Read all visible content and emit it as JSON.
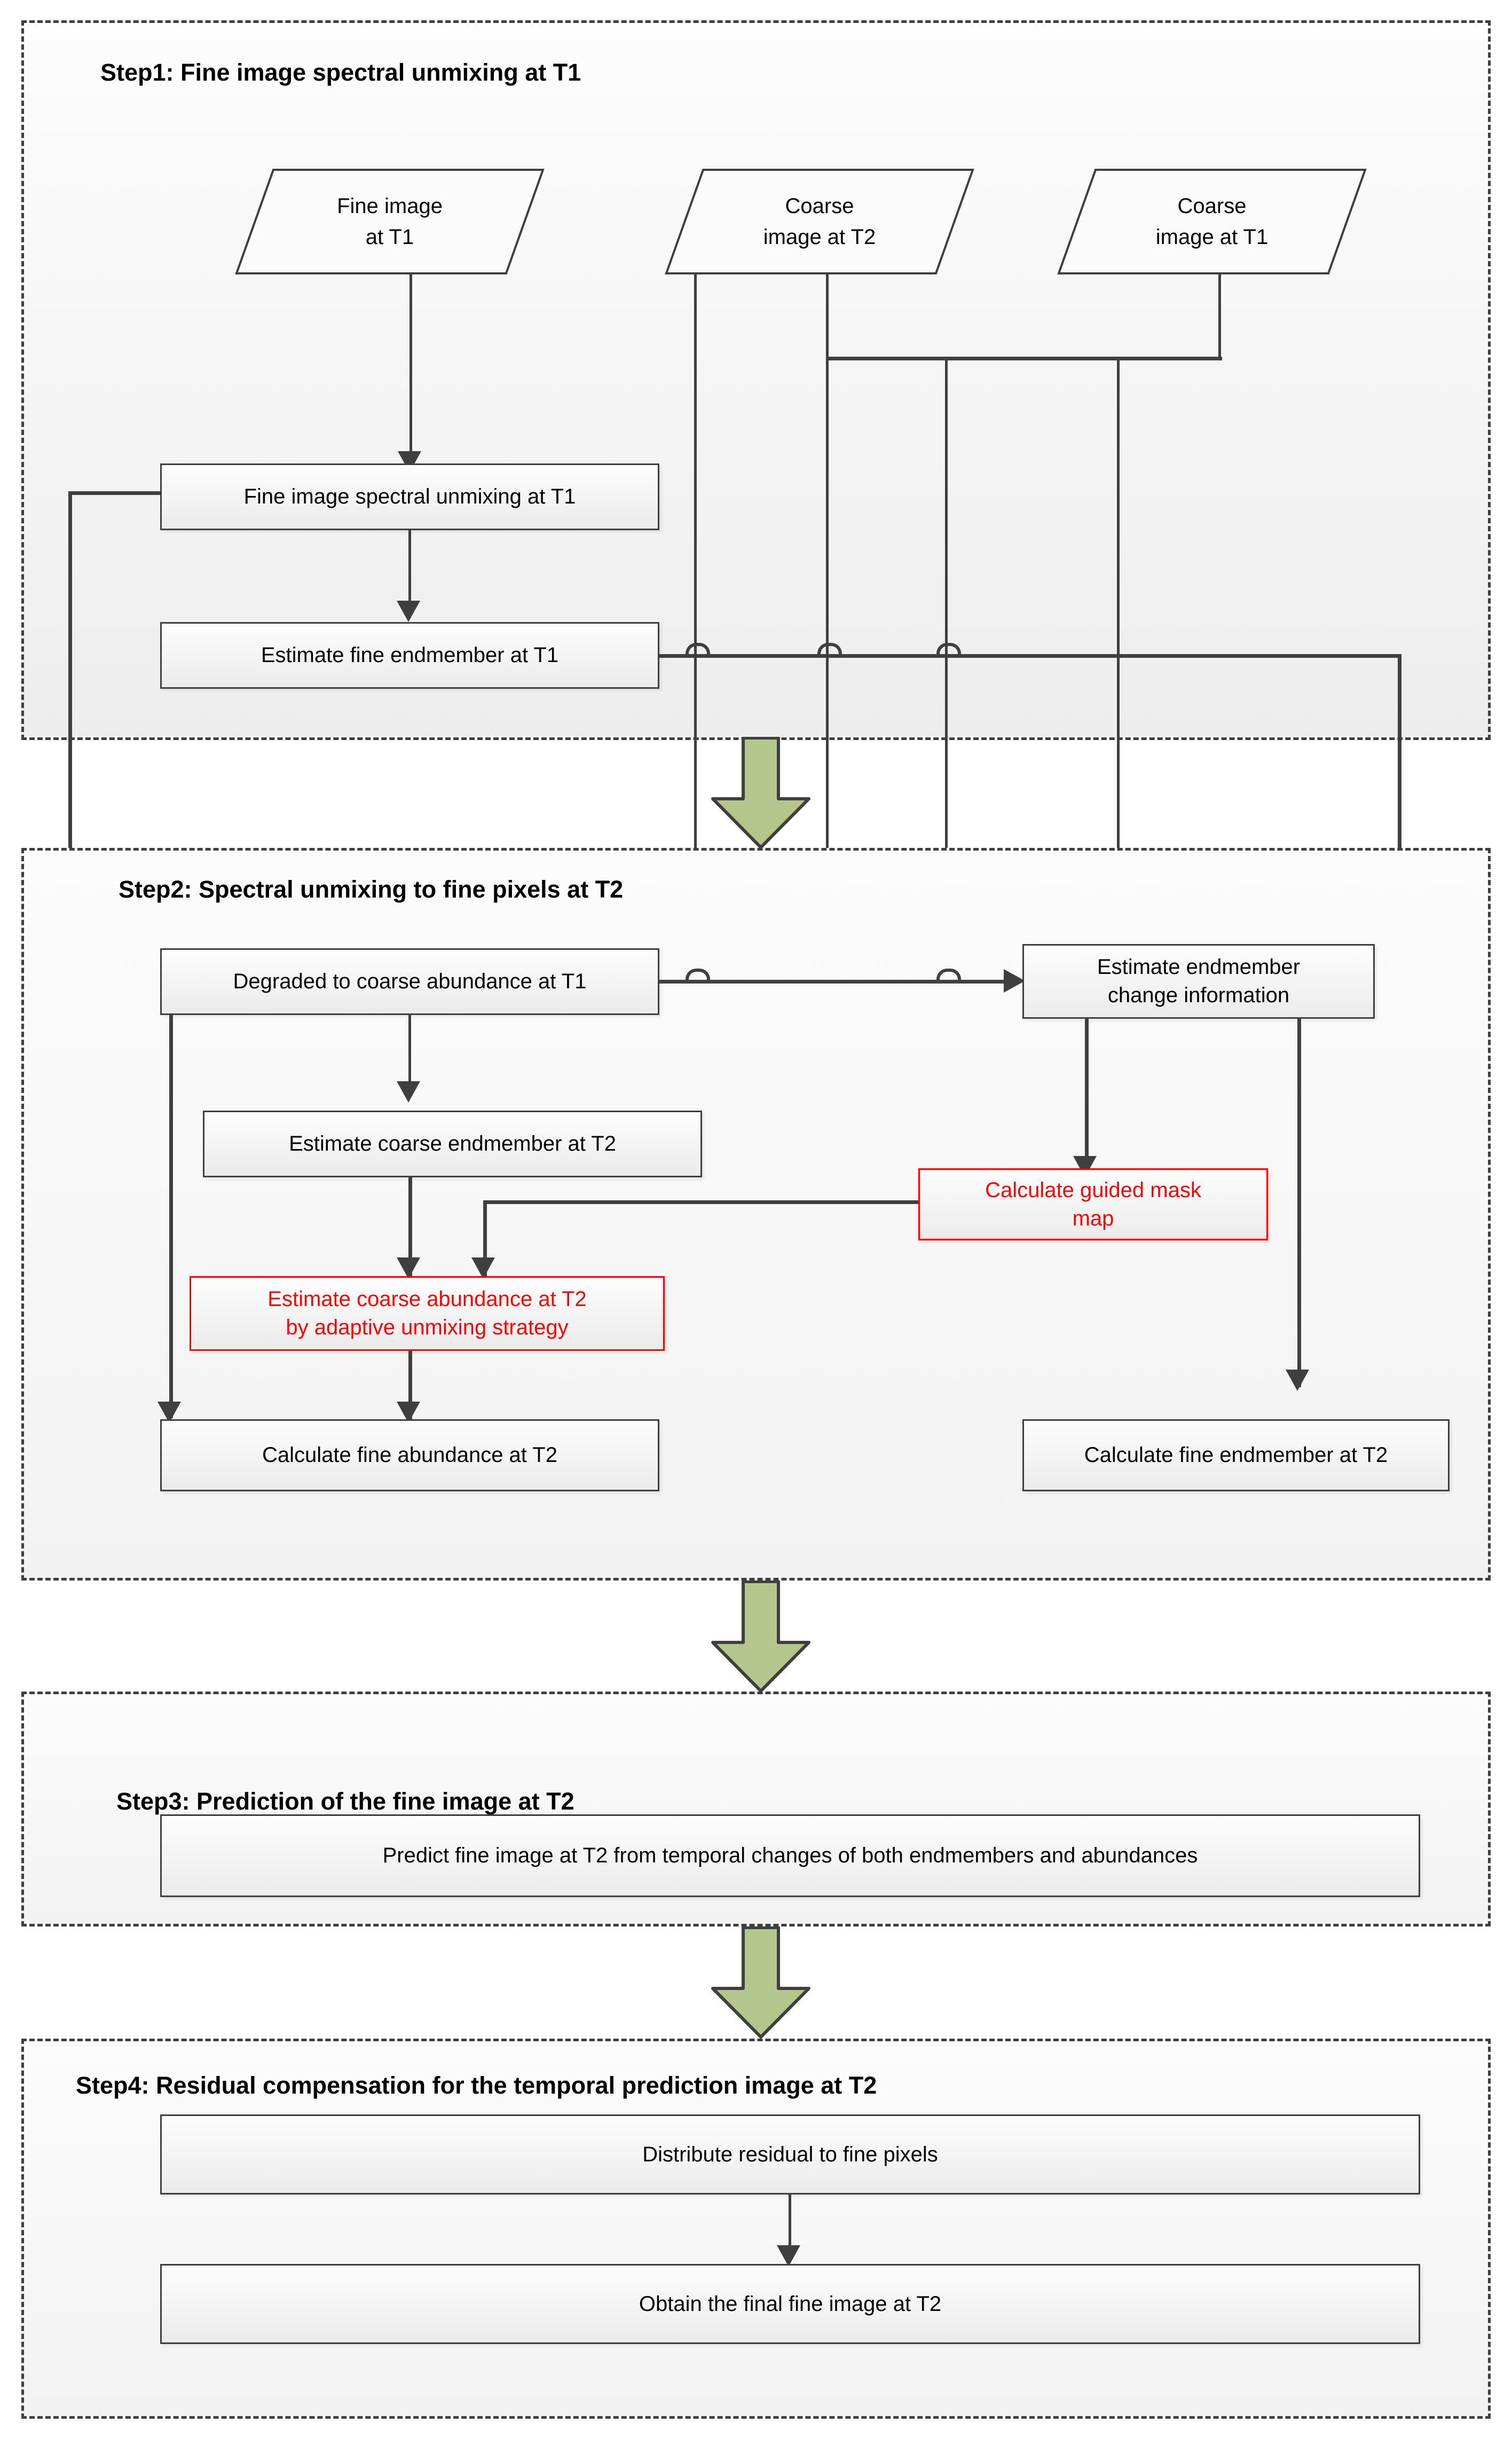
{
  "figure": {
    "type": "flowchart",
    "title": "Spatiotemporal fusion workflow via spectral unmixing"
  },
  "steps": [
    {
      "id": "step1",
      "title": "Step1: Fine image spectral unmixing at T1"
    },
    {
      "id": "step2",
      "title": "Step2: Spectral unmixing to fine pixels at T2"
    },
    {
      "id": "step3",
      "title": "Step3: Prediction of the  fine image at T2"
    },
    {
      "id": "step4",
      "title": "Step4: Residual compensation for the temporal prediction image at T2"
    }
  ],
  "inputs": [
    {
      "id": "fine-t1",
      "line1": "Fine image",
      "line2": "at T1"
    },
    {
      "id": "coarse-t2",
      "line1": "Coarse",
      "line2": "image at T2"
    },
    {
      "id": "coarse-t1",
      "line1": "Coarse",
      "line2": "image at T1"
    }
  ],
  "nodes": {
    "fine_unmixing_t1": "Fine image spectral unmixing at T1",
    "estimate_fine_endmember_t1": "Estimate fine endmember at T1",
    "degraded_coarse_abundance_t1": "Degraded to coarse abundance at T1",
    "estimate_endmember_change": "Estimate endmember\nchange information",
    "estimate_endmember_change_l1": "Estimate endmember",
    "estimate_endmember_change_l2": "change information",
    "estimate_coarse_endmember_t2": "Estimate coarse endmember at T2",
    "calculate_guided_mask_map_l1": "Calculate guided mask",
    "calculate_guided_mask_map_l2": "map",
    "estimate_coarse_abundance_t2_l1": "Estimate coarse abundance at T2",
    "estimate_coarse_abundance_t2_l2": "by adaptive unmixing strategy",
    "calculate_fine_abundance_t2": "Calculate fine abundance at T2",
    "calculate_fine_endmember_t2": "Calculate fine endmember at T2",
    "predict_fine_image_t2": "Predict fine image  at T2 from temporal  changes of both endmembers and abundances",
    "distribute_residual": "Distribute residual to fine pixels",
    "obtain_final_fine_image": "Obtain the final fine image at T2"
  },
  "colors": {
    "highlight": "#ff0000",
    "stroke": "#3f3f3f",
    "green_arrow_fill": "#b5c68c",
    "green_arrow_stroke": "#3f3f3f",
    "node_fill_top": "#fdfdfd",
    "node_fill_bottom": "#ebebeb"
  }
}
